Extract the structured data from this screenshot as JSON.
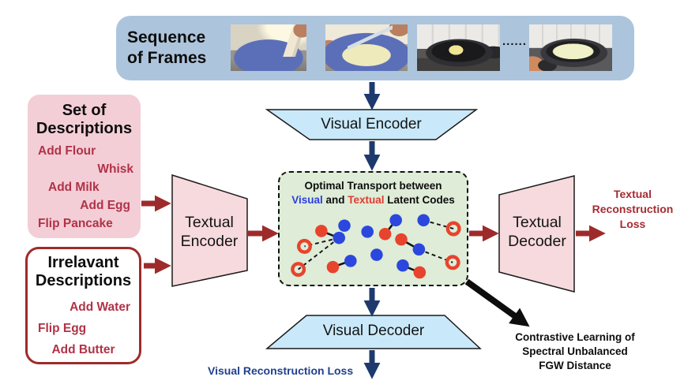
{
  "frames_panel": {
    "title_line1": "Sequence",
    "title_line2": "of Frames",
    "ellipsis": "......",
    "frames": [
      "pouring milk into blue bowl",
      "whisking batter in blue bowl",
      "butter melting in black pan",
      "pancake batter cooking in pan"
    ]
  },
  "descriptions_box": {
    "title_line1": "Set of",
    "title_line2": "Descriptions",
    "items": [
      "Add Flour",
      "Whisk",
      "Add Milk",
      "Add Egg",
      "Flip Pancake"
    ]
  },
  "irrelevant_box": {
    "title_line1": "Irrelavant",
    "title_line2": "Descriptions",
    "items": [
      "Add Water",
      "Flip Egg",
      "Add Butter"
    ]
  },
  "components": {
    "visual_encoder": "Visual Encoder",
    "visual_decoder": "Visual Decoder",
    "textual_encoder_line1": "Textual",
    "textual_encoder_line2": "Encoder",
    "textual_decoder_line1": "Textual",
    "textual_decoder_line2": "Decoder"
  },
  "ot_box": {
    "title_line1": "Optimal Transport between",
    "title_line2_visual": "Visual",
    "title_line2_and": " and ",
    "title_line2_textual": "Textual",
    "title_line2_rest": " Latent Codes",
    "scatter": {
      "blue_points": [
        [
          83,
          69
        ],
        [
          76,
          85
        ],
        [
          113,
          77
        ],
        [
          150,
          62
        ],
        [
          186,
          62
        ],
        [
          180,
          100
        ],
        [
          125,
          107
        ],
        [
          91,
          115
        ],
        [
          159,
          121
        ]
      ],
      "red_points": [
        [
          53,
          76
        ],
        [
          136,
          80
        ],
        [
          157,
          87
        ],
        [
          68,
          123
        ],
        [
          181,
          130
        ]
      ],
      "hollow_red_points": [
        [
          31,
          96
        ],
        [
          23,
          126
        ],
        [
          225,
          73
        ],
        [
          224,
          117
        ]
      ],
      "solid_links": [
        [
          53,
          76,
          76,
          85
        ],
        [
          136,
          80,
          150,
          62
        ],
        [
          157,
          87,
          180,
          100
        ],
        [
          68,
          123,
          91,
          115
        ],
        [
          159,
          121,
          181,
          130
        ]
      ],
      "dashed_links": [
        [
          76,
          85,
          31,
          96
        ],
        [
          76,
          85,
          23,
          126
        ],
        [
          186,
          62,
          225,
          73
        ],
        [
          180,
          100,
          224,
          117
        ]
      ]
    }
  },
  "losses": {
    "textual_line1": "Textual",
    "textual_line2": "Reconstruction",
    "textual_line3": "Loss",
    "visual": "Visual Reconstruction Loss"
  },
  "contrastive": {
    "line1": "Contrastive Learning of",
    "line2": "Spectral Unbalanced",
    "line3": "FGW Distance"
  },
  "colors": {
    "panel_blue": "#adc5dc",
    "trapezoid_blue": "#c9e9fa",
    "trapezoid_pink": "#f7dadd",
    "desc_pink": "#f3ced7",
    "ot_green": "#deecd8",
    "navy_arrow": "#1e3a6d",
    "red_arrow": "#9e2b2b",
    "dot_blue": "#2b47dd",
    "dot_red": "#e8432c",
    "link_black": "#141414"
  }
}
